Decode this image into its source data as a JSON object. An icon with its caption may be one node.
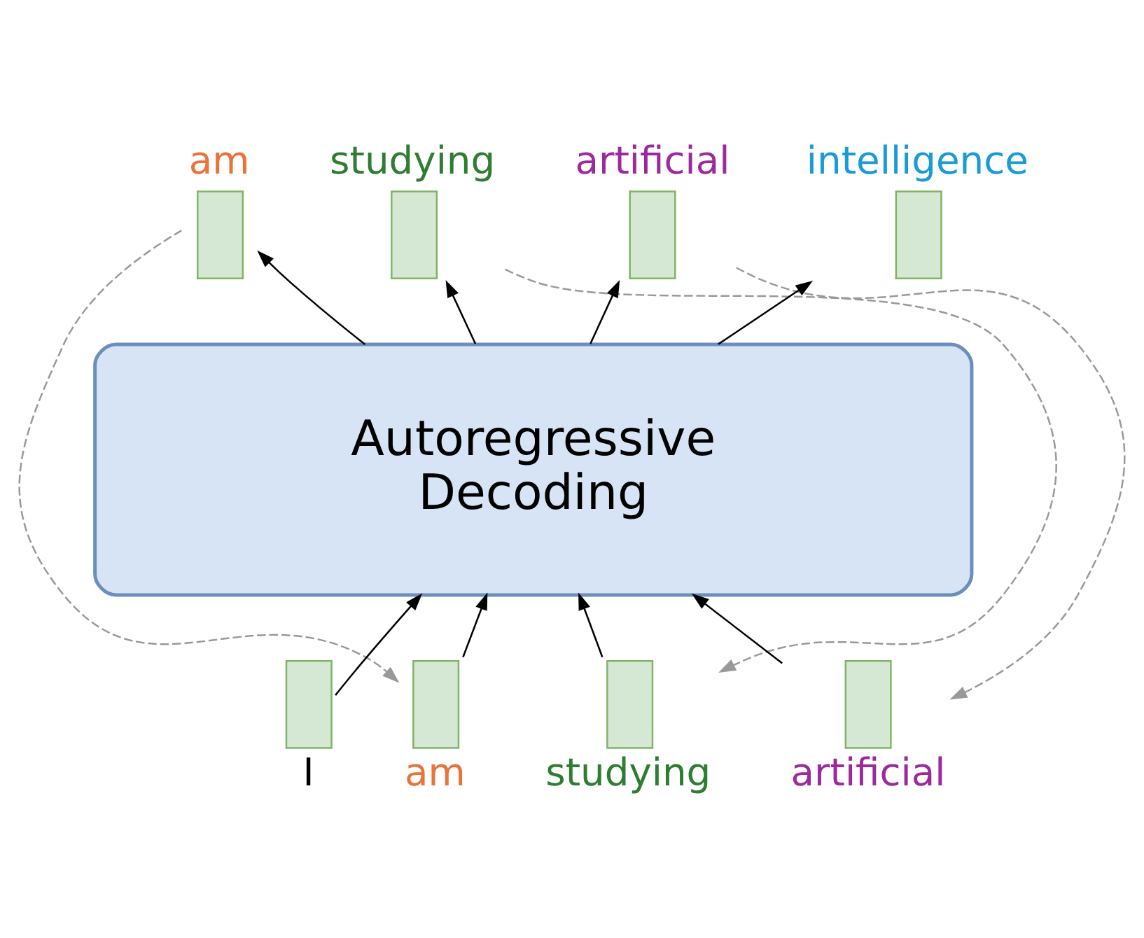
{
  "diagram": {
    "nodes": [
      {
        "text": [
          "am"
        ]
      },
      {
        "text": [
          "studying"
        ]
      },
      {
        "text": [
          "artificial"
        ]
      },
      {
        "text": [
          "intelligence"
        ]
      },
      {
        "text": [
          "Autoregressive Decoding"
        ]
      },
      {
        "text": [
          "I"
        ]
      },
      {
        "text": [
          "am"
        ]
      },
      {
        "text": [
          "studying"
        ]
      },
      {
        "text": [
          "artificial"
        ]
      }
    ],
    "edges": [
      {
        "from": 5,
        "to": 4,
        "arrow": "to"
      },
      {
        "from": 6,
        "to": 4,
        "arrow": "to"
      },
      {
        "from": 7,
        "to": 4,
        "arrow": "to"
      },
      {
        "from": 8,
        "to": 4,
        "arrow": "to"
      },
      {
        "from": 4,
        "to": 0,
        "arrow": "to"
      },
      {
        "from": 4,
        "to": 1,
        "arrow": "to"
      },
      {
        "from": 4,
        "to": 2,
        "arrow": "to"
      },
      {
        "from": 4,
        "to": 3,
        "arrow": "to"
      },
      {
        "from": 0,
        "to": 6,
        "arrow": "to",
        "style": "dashed",
        "color": "#999999"
      },
      {
        "from": 1,
        "to": 7,
        "arrow": "to",
        "style": "dashed",
        "color": "#999999"
      },
      {
        "from": 2,
        "to": 8,
        "arrow": "to",
        "style": "dashed",
        "color": "#999999"
      }
    ]
  }
}
